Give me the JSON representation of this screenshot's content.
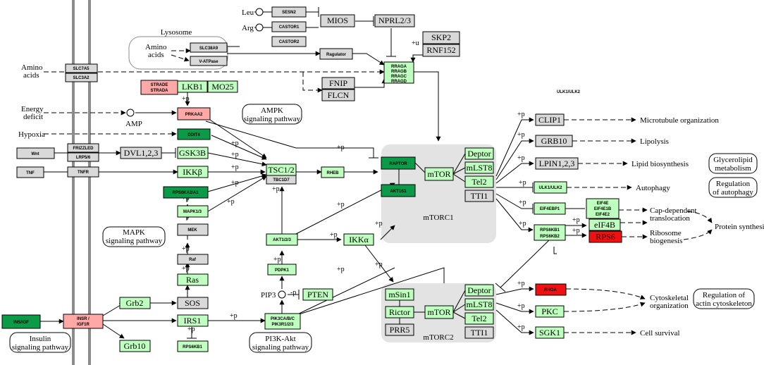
{
  "colors": {
    "light_green": "#bfffbf",
    "dark_green": "#0a9a48",
    "pink": "#ffa8a8",
    "red": "#ef1111",
    "gray": "#d9d9d9",
    "complex_bg": "#e3e3e3",
    "membrane": "#8c8c8c"
  },
  "labels": {
    "amino_acids_left": [
      "Amino",
      "acids"
    ],
    "lysosome": "Lysosome",
    "amino_acids_lysosome": [
      "Amino",
      "acids"
    ],
    "energy_deficit": [
      "Energy",
      "deficit"
    ],
    "amp": "AMP",
    "hypoxia": "Hypoxia",
    "leu": "Leu",
    "arg": "Arg",
    "pip3": "PIP3",
    "mtorc1": "mTORC1",
    "mtorc2": "mTORC2",
    "ulk_header": "ULK1/ULK2",
    "mapk_pathway": [
      "MAPK",
      "signaling pathway"
    ],
    "ampk_pathway": [
      "AMPK",
      "signaling pathway"
    ],
    "pi3k_pathway": [
      "PI3K-Akt",
      "signaling pathway"
    ],
    "insulin_pathway": [
      "Insulin",
      "signaling pathway"
    ],
    "glycerolipid": [
      "Glycerolipid",
      "metabolism"
    ],
    "reg_autophagy": [
      "Regulation",
      "of autophagy"
    ],
    "reg_actin": [
      "Regulation of",
      "actin cytoskeleton"
    ],
    "microtubule": "Microtubule organization",
    "lipolysis": "Lipolysis",
    "lipid_bio": "Lipid biosynthesis",
    "autophagy": "Autophagy",
    "cap_dependent": [
      "Cap-dependent",
      "translocation"
    ],
    "protein_synthesis": "Protein synthesis",
    "ribosome": [
      "Ribosome",
      "biogenesis"
    ],
    "cytoskeletal": [
      "Cytoskeletal",
      "organization"
    ],
    "cell_survival": "Cell survival"
  },
  "nodes": {
    "slc7a5": "SLC7A5",
    "slc3a2": "SLC3A2",
    "slc38a9": "SLC38A9",
    "v_atpase": "V-ATPase",
    "sesn2": "SESN2",
    "castor1": "CASTOR1",
    "castor2": "CASTOR2",
    "mios": "MIOS",
    "nprl23": "NPRL2/3",
    "skp2": "SKP2",
    "rnf152": "RNF152",
    "ragulator": "Ragulator",
    "rraga": "RRAGA",
    "rragb": "RRAGB",
    "rragc": "RRAGC",
    "rragd": "RRAGD",
    "fnip": "FNIP",
    "flcn": "FLCN",
    "strade": "STRADE",
    "strada": "STRADA",
    "lkb1": "LKB1",
    "mo25": "MO25",
    "prkaa2": "PRKAA2",
    "ddit4": "DDIT4",
    "frizzled": "FRIZZLED",
    "lrp56": "LRP5/6",
    "wnt": "Wnt",
    "dvl": "DVL1,2,3",
    "gsk3b": "GSK3B",
    "tnf": "TNF",
    "tnfr": "TNFR",
    "ikkb": "IKKβ",
    "rps6ka": "RPS6KA2/A1",
    "mapk13": "MAPK1/3",
    "mek": "MEK",
    "raf": "Raf",
    "ras": "Ras",
    "sos": "SOS",
    "grb2": "Grb2",
    "grb10": "Grb10",
    "insigf": "INS/IGF",
    "insr": "INSR /",
    "igf1r": "IGF1R",
    "irs1": "IRS1",
    "rps6kb1_low": "RPS6KB1",
    "pi3k_1": "PIK3CA/B/C",
    "pi3k_2": "PIK3R1/2/3",
    "pdpk1": "PDPK1",
    "pten": "PTEN",
    "akt123": "AKT1/2/3",
    "ikka": "IKKα",
    "tsc12": "TSC1/2",
    "tbc1d7": "TBC1D7",
    "rheb": "RHEB",
    "raptor": "RAPTOR",
    "akt1s1": "AKT1S1",
    "mtor1": "mTOR",
    "deptor1": "Deptor",
    "mlst8_1": "mLST8",
    "tel2_1": "Tel2",
    "tti1_1": "TTI1",
    "msin1": "mSin1",
    "rictor": "Rictor",
    "prr5": "PRR5",
    "mtor2": "mTOR",
    "deptor2": "Deptor",
    "mlst8_2": "mLST8",
    "tel2_2": "Tel2",
    "tti1_2": "TTI1",
    "clip1": "CLIP1",
    "grb10_r": "GRB10",
    "lpin": "LPIN1,2,3",
    "ulk12": "ULK1/ULK2",
    "eif4ebp1": "EIF4EBP1",
    "eif4e": "EIF4E",
    "eif4e1b": "EIF4E1B",
    "eif4e2": "EIF4E2",
    "eif4b": "eIF4B",
    "rps6kb1": "RPS6KB1",
    "rps6kb2": "RPS6KB2",
    "rps6": "RPS6",
    "rhoa": "RHOA",
    "pkc": "PKC",
    "sgk1": "SGK1"
  },
  "edge_labels": {
    "plus_u": "+u",
    "plus_p": "+p",
    "minus_p": "-p"
  }
}
